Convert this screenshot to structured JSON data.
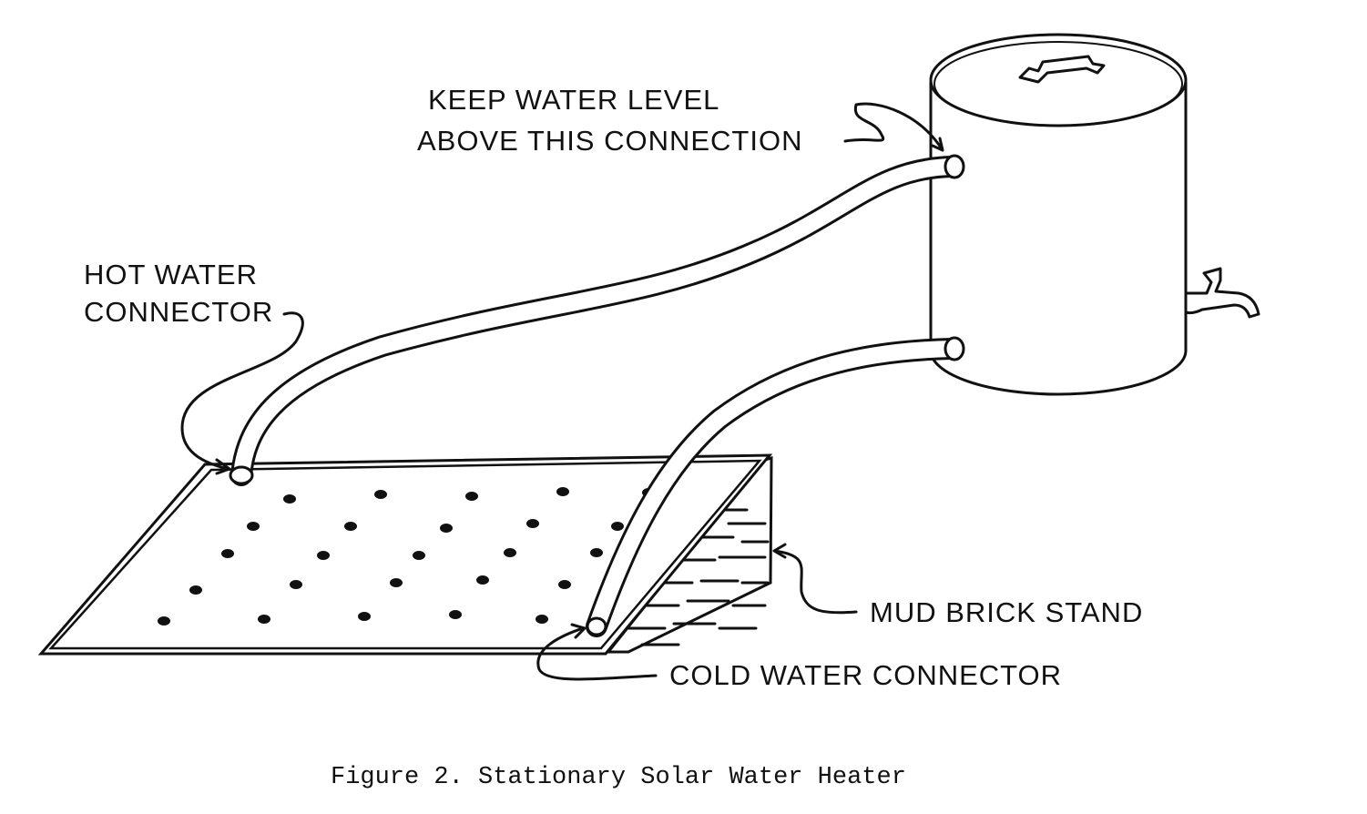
{
  "labels": {
    "keep_line1": "KEEP WATER LEVEL",
    "keep_line2": "ABOVE THIS CONNECTION",
    "hot_line1": "HOT WATER",
    "hot_line2": "CONNECTOR",
    "mud": "MUD BRICK STAND",
    "cold": "COLD WATER CONNECTOR"
  },
  "caption": "Figure 2.  Stationary Solar Water Heater"
}
